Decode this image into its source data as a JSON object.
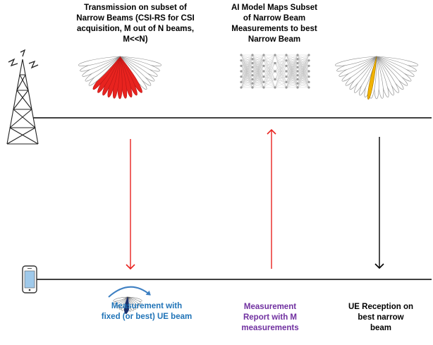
{
  "labels": {
    "transmission": "Transmission on subset of\nNarrow Beams (CSI-RS for CSI\nacquisition, M out of N beams,\nM<<N)",
    "ai_model": "AI Model Maps Subset\nof Narrow Beam\nMeasurements to best\nNarrow Beam",
    "measurement": "Measurement with\nfixed (or best) UE beam",
    "report": "Measurement\nReport with M\nmeasurements",
    "reception": "UE Reception on\nbest narrow\nbeam"
  },
  "colors": {
    "measurement_text": "#1f73b7",
    "report_text": "#7030a0",
    "downlink_arrow": "#e8231f",
    "uplink_arrow": "#e8231f",
    "reception_arrow": "#000000",
    "active_beam": "#e8231f",
    "best_beam": "#f2b300",
    "inactive_beam": "#b5b5b5",
    "ue_beam": "#1b2f6b",
    "ue_beam_arrow": "#3d7fc2"
  },
  "icons": {
    "tower": "cell-tower-icon",
    "phone": "mobile-phone-icon",
    "neural_net": "neural-network-icon"
  }
}
